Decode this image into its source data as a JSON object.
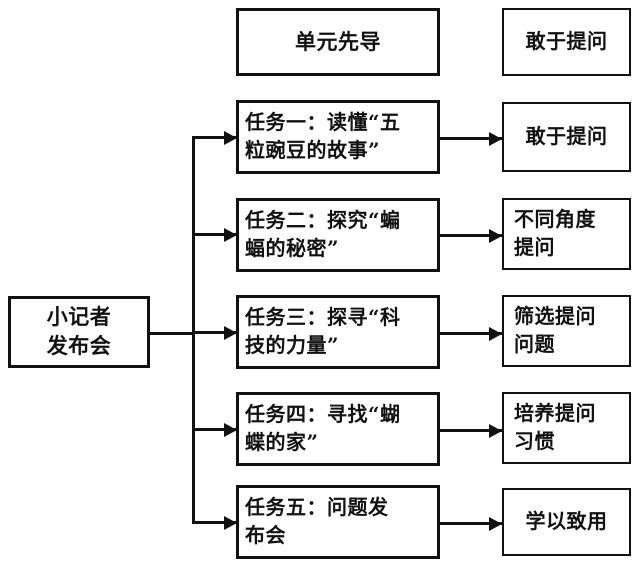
{
  "diagram": {
    "type": "flowchart",
    "orientation": "left-to-right",
    "source": {
      "id": "source-box",
      "label": "小记者\n发布会"
    },
    "header_row": {
      "stage_label": "单元先导",
      "outcome_label": "敢于提问"
    },
    "tasks": [
      {
        "id": "task-1",
        "stage_label": "任务一：读懂“五\n粒豌豆的故事”",
        "outcome_label": "敢于提问"
      },
      {
        "id": "task-2",
        "stage_label": "任务二：探究“蝙\n蝠的秘密”",
        "outcome_label": "不同角度\n提问"
      },
      {
        "id": "task-3",
        "stage_label": "任务三：探寻“科\n技的力量”",
        "outcome_label": "筛选提问\n问题"
      },
      {
        "id": "task-4",
        "stage_label": "任务四：寻找“蝴\n蝶的家”",
        "outcome_label": "培养提问\n习惯"
      },
      {
        "id": "task-5",
        "stage_label": "任务五：问题发\n布会",
        "outcome_label": "学以致用"
      }
    ],
    "colors": {
      "stroke": "#111111",
      "background": "#ffffff",
      "text": "#111111"
    }
  }
}
